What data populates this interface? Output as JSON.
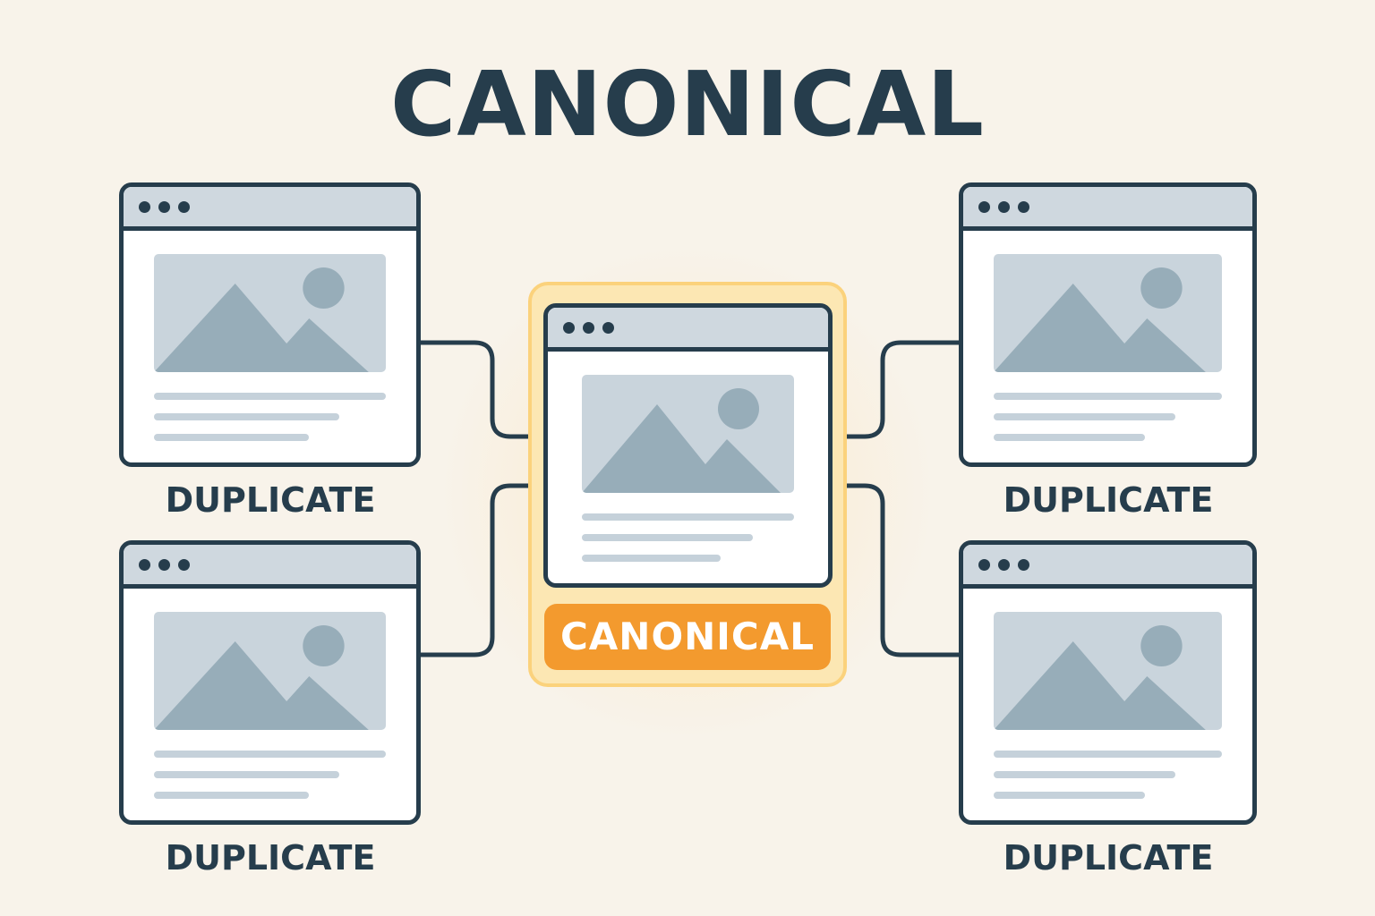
{
  "title": "CANONICAL",
  "canonical": {
    "badge": "CANONICAL",
    "icon": "browser-window-icon"
  },
  "duplicates": [
    {
      "label": "DUPLICATE",
      "position": "top-left"
    },
    {
      "label": "DUPLICATE",
      "position": "bottom-left"
    },
    {
      "label": "DUPLICATE",
      "position": "top-right"
    },
    {
      "label": "DUPLICATE",
      "position": "bottom-right"
    }
  ],
  "colors": {
    "background": "#f8f3ea",
    "ink": "#263d4c",
    "accent": "#f39a2e",
    "highlight": "#fce7b3",
    "placeholder": "#c9d4dc"
  }
}
